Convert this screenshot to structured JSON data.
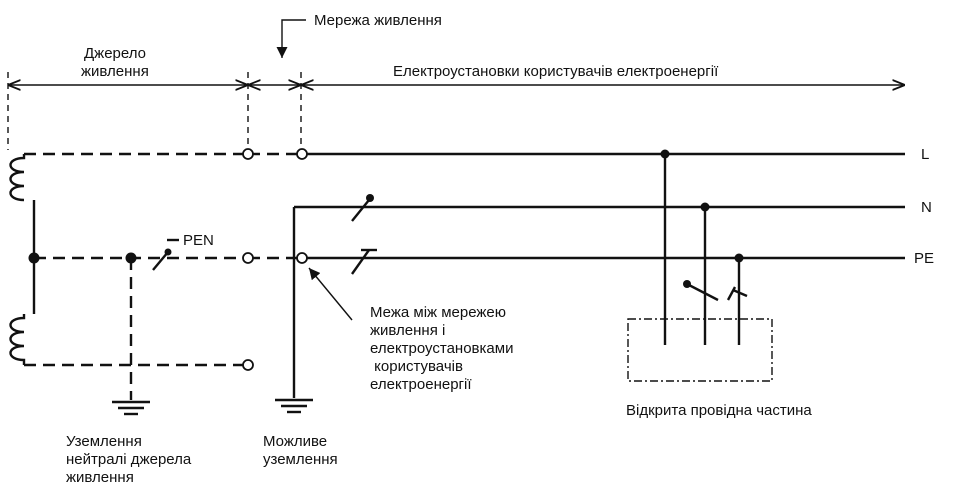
{
  "labels": {
    "supply_network": "Мережа живлення",
    "power_source_line1": "Джерело",
    "power_source_line2": "живлення",
    "consumer_installations": "Електроустановки користувачів електроенергії",
    "conductor_L": "L",
    "conductor_N": "N",
    "conductor_PE": "PE",
    "conductor_PEN": "PEN",
    "boundary_line1": "Межа між мережею",
    "boundary_line2": "живлення  і",
    "boundary_line3": "електроустановками",
    "boundary_line4": " користувачів",
    "boundary_line5": "електроенергії",
    "exposed_part": "Відкрита провідна частина",
    "source_earthing_line1": "Уземлення",
    "source_earthing_line2": "нейтралі джерела",
    "source_earthing_line3": "живлення",
    "possible_earthing_line1": "Можливе",
    "possible_earthing_line2": "уземлення"
  }
}
